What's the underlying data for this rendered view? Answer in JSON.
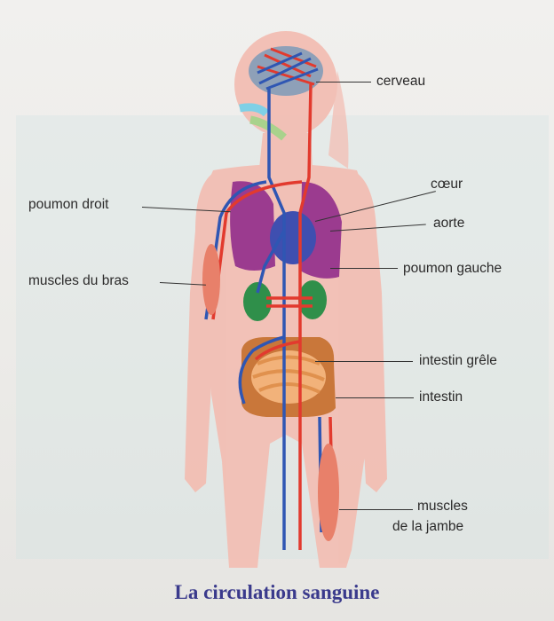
{
  "title": "La circulation sanguine",
  "labels": [
    {
      "id": "cerveau",
      "text": "cerveau"
    },
    {
      "id": "coeur",
      "text": "cœur"
    },
    {
      "id": "poumon-droit",
      "text": "poumon droit"
    },
    {
      "id": "aorte",
      "text": "aorte"
    },
    {
      "id": "muscles-bras",
      "text": "muscles du bras"
    },
    {
      "id": "poumon-gauche",
      "text": "poumon gauche"
    },
    {
      "id": "intestin-grele",
      "text": "intestin grêle"
    },
    {
      "id": "intestin",
      "text": "intestin"
    },
    {
      "id": "muscles-jambe-1",
      "text": "muscles"
    },
    {
      "id": "muscles-jambe-2",
      "text": "de la jambe"
    }
  ],
  "colors": {
    "body": "#f2b8ad",
    "artery": "#e23a2e",
    "vein": "#2f56b3",
    "lungs": "#9b3b8f",
    "kidneys": "#2f8f4a",
    "intestine": "#c9773a",
    "small_intestine": "#f2b27a",
    "title": "#3a3a8c"
  }
}
